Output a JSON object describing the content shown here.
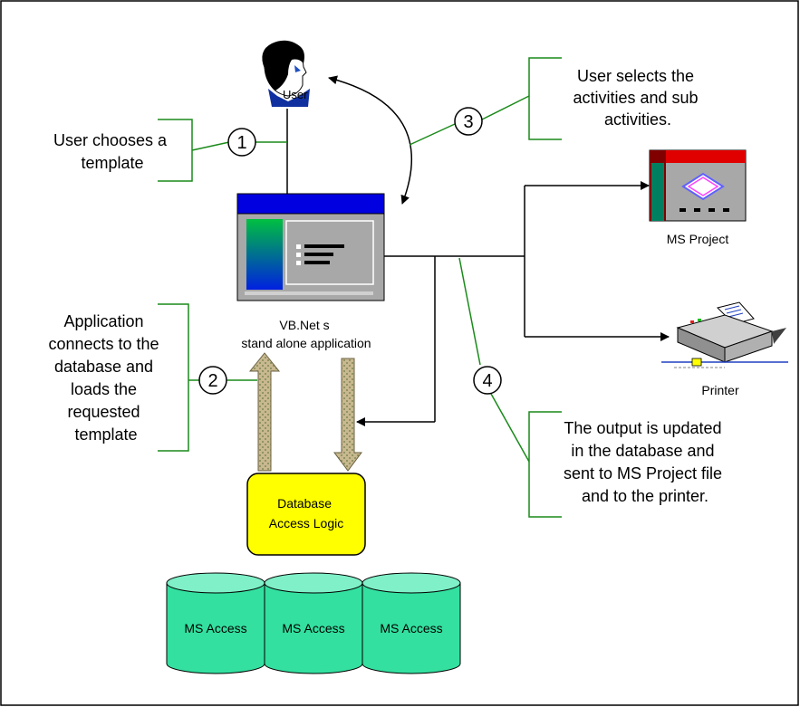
{
  "user": {
    "label": "User"
  },
  "steps": [
    {
      "number": "1",
      "lines": [
        "User chooses a",
        "template"
      ]
    },
    {
      "number": "2",
      "lines": [
        "Application",
        "connects to the",
        "database and",
        "loads the",
        "requested",
        "template"
      ]
    },
    {
      "number": "3",
      "lines": [
        "User selects the",
        "activities and sub",
        "activities."
      ]
    },
    {
      "number": "4",
      "lines": [
        "The output is updated",
        "in the database and",
        "sent to MS Project file",
        "and to the printer."
      ]
    }
  ],
  "app": {
    "lines": [
      "VB.Net s",
      "stand alone application"
    ]
  },
  "ms_project": {
    "label": "MS Project"
  },
  "printer": {
    "label": "Printer"
  },
  "dal": {
    "lines": [
      "Database",
      "Access Logic"
    ]
  },
  "databases": [
    {
      "label": "MS Access"
    },
    {
      "label": "MS Access"
    },
    {
      "label": "MS Access"
    }
  ],
  "colors": {
    "callout_line": "#1a8a1a",
    "dal_fill": "#ffff00",
    "db_fill": "#33e0a0",
    "app_titlebar": "#0000e0",
    "ms_project_titlebar": "#e00000",
    "arrow_fill": "#c8b890"
  }
}
